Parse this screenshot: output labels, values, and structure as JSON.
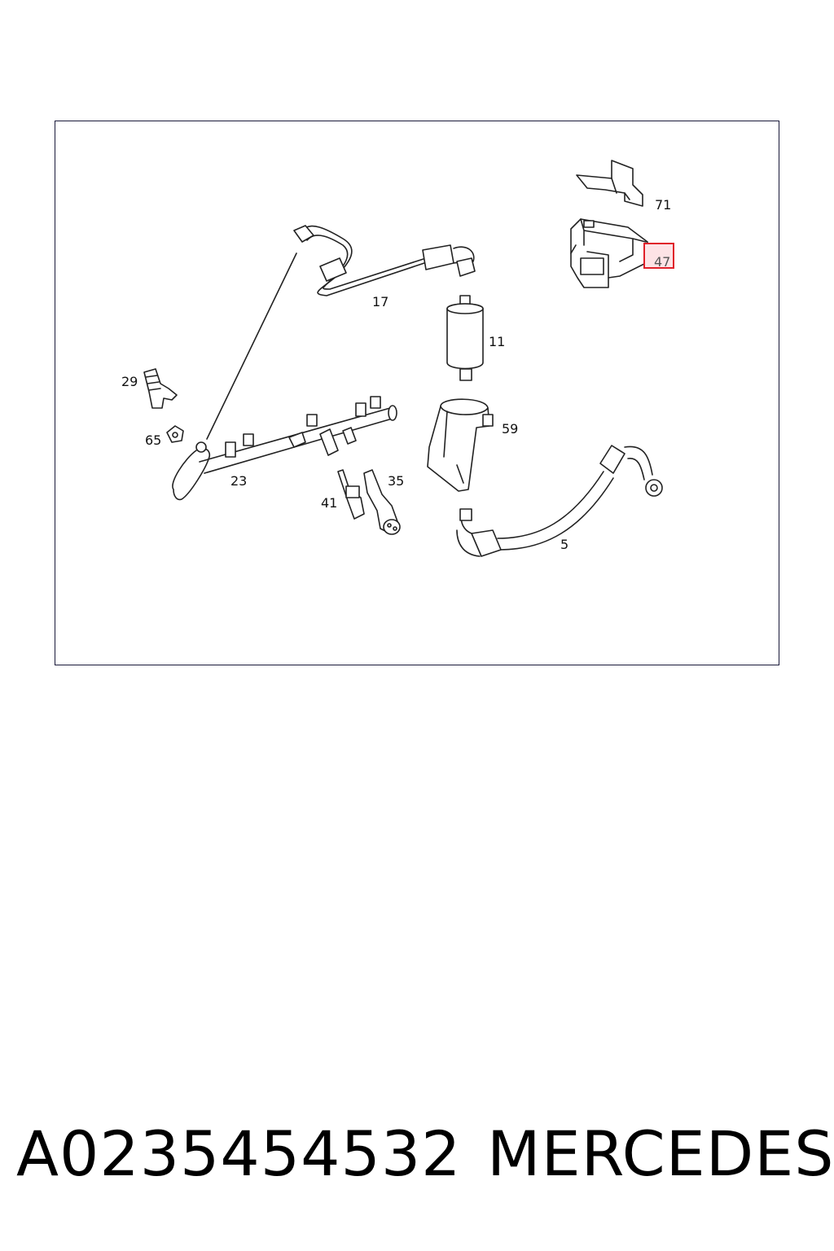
{
  "diagram": {
    "callouts": [
      {
        "id": "71",
        "label": "71"
      },
      {
        "id": "47",
        "label": "47",
        "highlighted": true
      },
      {
        "id": "17",
        "label": "17"
      },
      {
        "id": "11",
        "label": "11"
      },
      {
        "id": "29",
        "label": "29"
      },
      {
        "id": "65",
        "label": "65"
      },
      {
        "id": "59",
        "label": "59"
      },
      {
        "id": "23",
        "label": "23"
      },
      {
        "id": "35",
        "label": "35"
      },
      {
        "id": "41",
        "label": "41"
      },
      {
        "id": "5",
        "label": "5"
      }
    ],
    "highlight_color": "#e0202a",
    "highlight_fill": "#fde3e6"
  },
  "caption": {
    "part_number": "A0235454532",
    "brand": "MERCEDES"
  }
}
